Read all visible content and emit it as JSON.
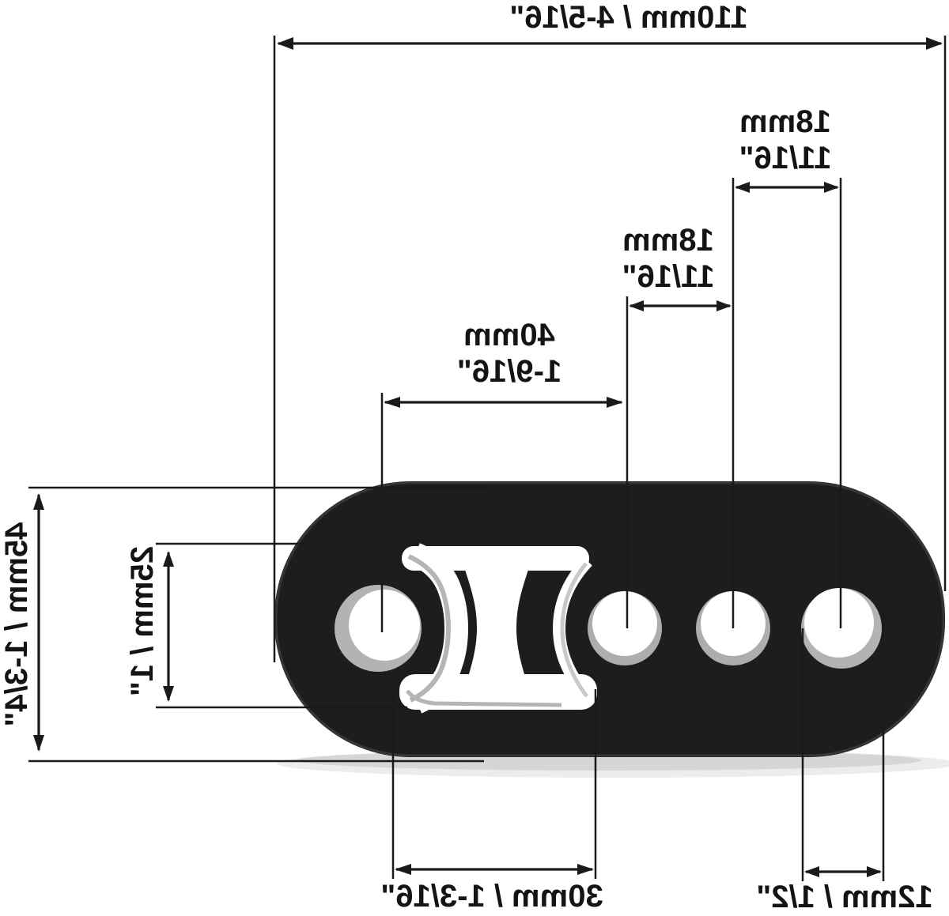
{
  "drawing": {
    "background": "#ffffff",
    "part_color": "#1d1d1d",
    "line_color": "#1a1a1a",
    "bore_color": "#b3b3b3",
    "labels": {
      "overall_width": "110mm / 4-5/16\"",
      "spacing_hole3_hole4": {
        "mm": "18mm",
        "inch": "11/16\""
      },
      "spacing_hole2_hole3": {
        "mm": "18mm",
        "inch": "11/16\""
      },
      "spacing_hole1_hole2": {
        "mm": "40mm",
        "inch": "1-9/16\""
      },
      "overall_height": "45mm / 1-3/4\"",
      "slot_height": "25mm / 1\"",
      "slot_width": "30mm / 1-3/16\"",
      "hole_diameter": "12mm / 1/2\""
    }
  }
}
